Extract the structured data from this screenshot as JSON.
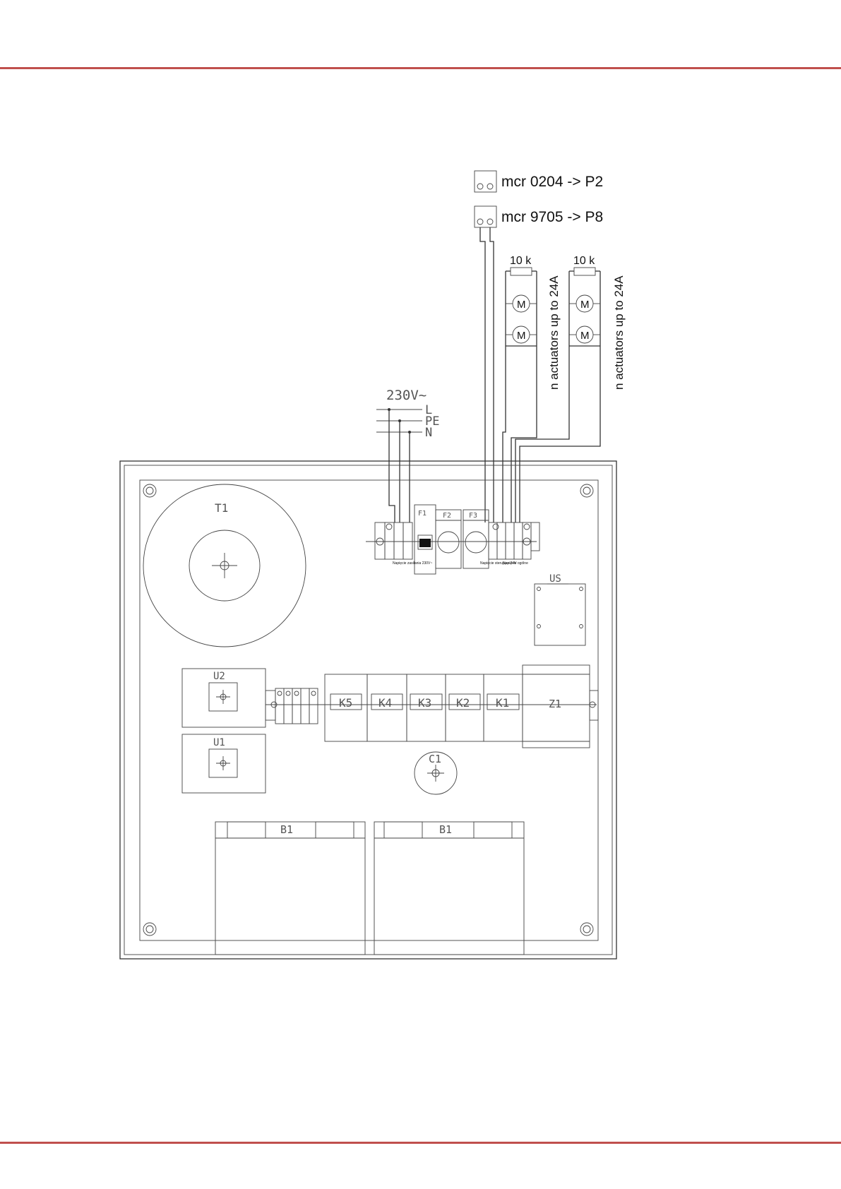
{
  "colors": {
    "accent_rule": "#c0504d",
    "line": "#333333"
  },
  "header_rule": "horizontal-rule",
  "connectors": [
    {
      "label": "mcr 0204 -> P2"
    },
    {
      "label": "mcr 9705 -> P8"
    }
  ],
  "resistor_labels": [
    "10 k",
    "10 k"
  ],
  "motor_symbol": "M",
  "actuator_labels": [
    "n actuators up to 24A",
    "n actuators up to 24A"
  ],
  "supply": {
    "voltage": "230V~",
    "lines": [
      "L",
      "PE",
      "N"
    ]
  },
  "components": {
    "transformer": "T1",
    "fuses": [
      "F1",
      "F2",
      "F3"
    ],
    "terminal_labels": [
      "Napięcie zasilania 230V~",
      "Napięcie sterujące 24V",
      "Napięcie ogólne"
    ],
    "module_us": "US",
    "relays": [
      "K5",
      "K4",
      "K3",
      "K2",
      "K1"
    ],
    "z1": "Z1",
    "u2": "U2",
    "u1": "U1",
    "capacitor": "C1",
    "batteries": [
      "B1",
      "B1"
    ]
  }
}
